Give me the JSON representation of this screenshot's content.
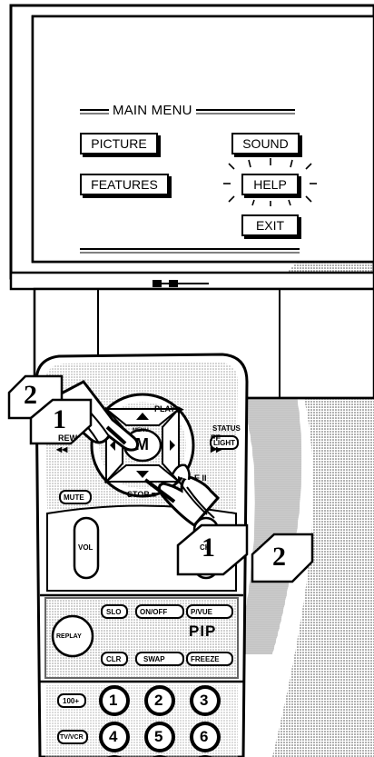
{
  "tv_menu": {
    "title": "MAIN MENU",
    "buttons": {
      "picture": "PICTURE",
      "features": "FEATURES",
      "sound": "SOUND",
      "help": "HELP",
      "exit": "EXIT"
    },
    "highlighted": "HELP"
  },
  "remote": {
    "keys": {
      "play": "PLAY ▶",
      "status_line1": "STATUS",
      "status_light": "LIGHT",
      "rew": "REW",
      "rew_arrows": "◀◀",
      "ff": "FF",
      "ff_arrows": "▶▶",
      "menu_small": "MENU",
      "menu_m": "M",
      "mute": "MUTE",
      "stop": "STOP ■",
      "pause": "E II",
      "vol": "VOL",
      "ch": "CH",
      "slo": "SLO",
      "replay": "REPLAY",
      "clr": "CLR",
      "on_off": "ON/OFF",
      "p_vue": "P/VUE",
      "pip": "PIP",
      "swap": "SWAP",
      "freeze": "FREEZE",
      "hundred": "100+",
      "tv_vcr": "TV/VCR",
      "digits": [
        "1",
        "2",
        "3",
        "4",
        "5",
        "6"
      ]
    }
  },
  "steps": {
    "left_front": "1",
    "left_back": "2",
    "right_front": "1",
    "right_back": "2"
  }
}
